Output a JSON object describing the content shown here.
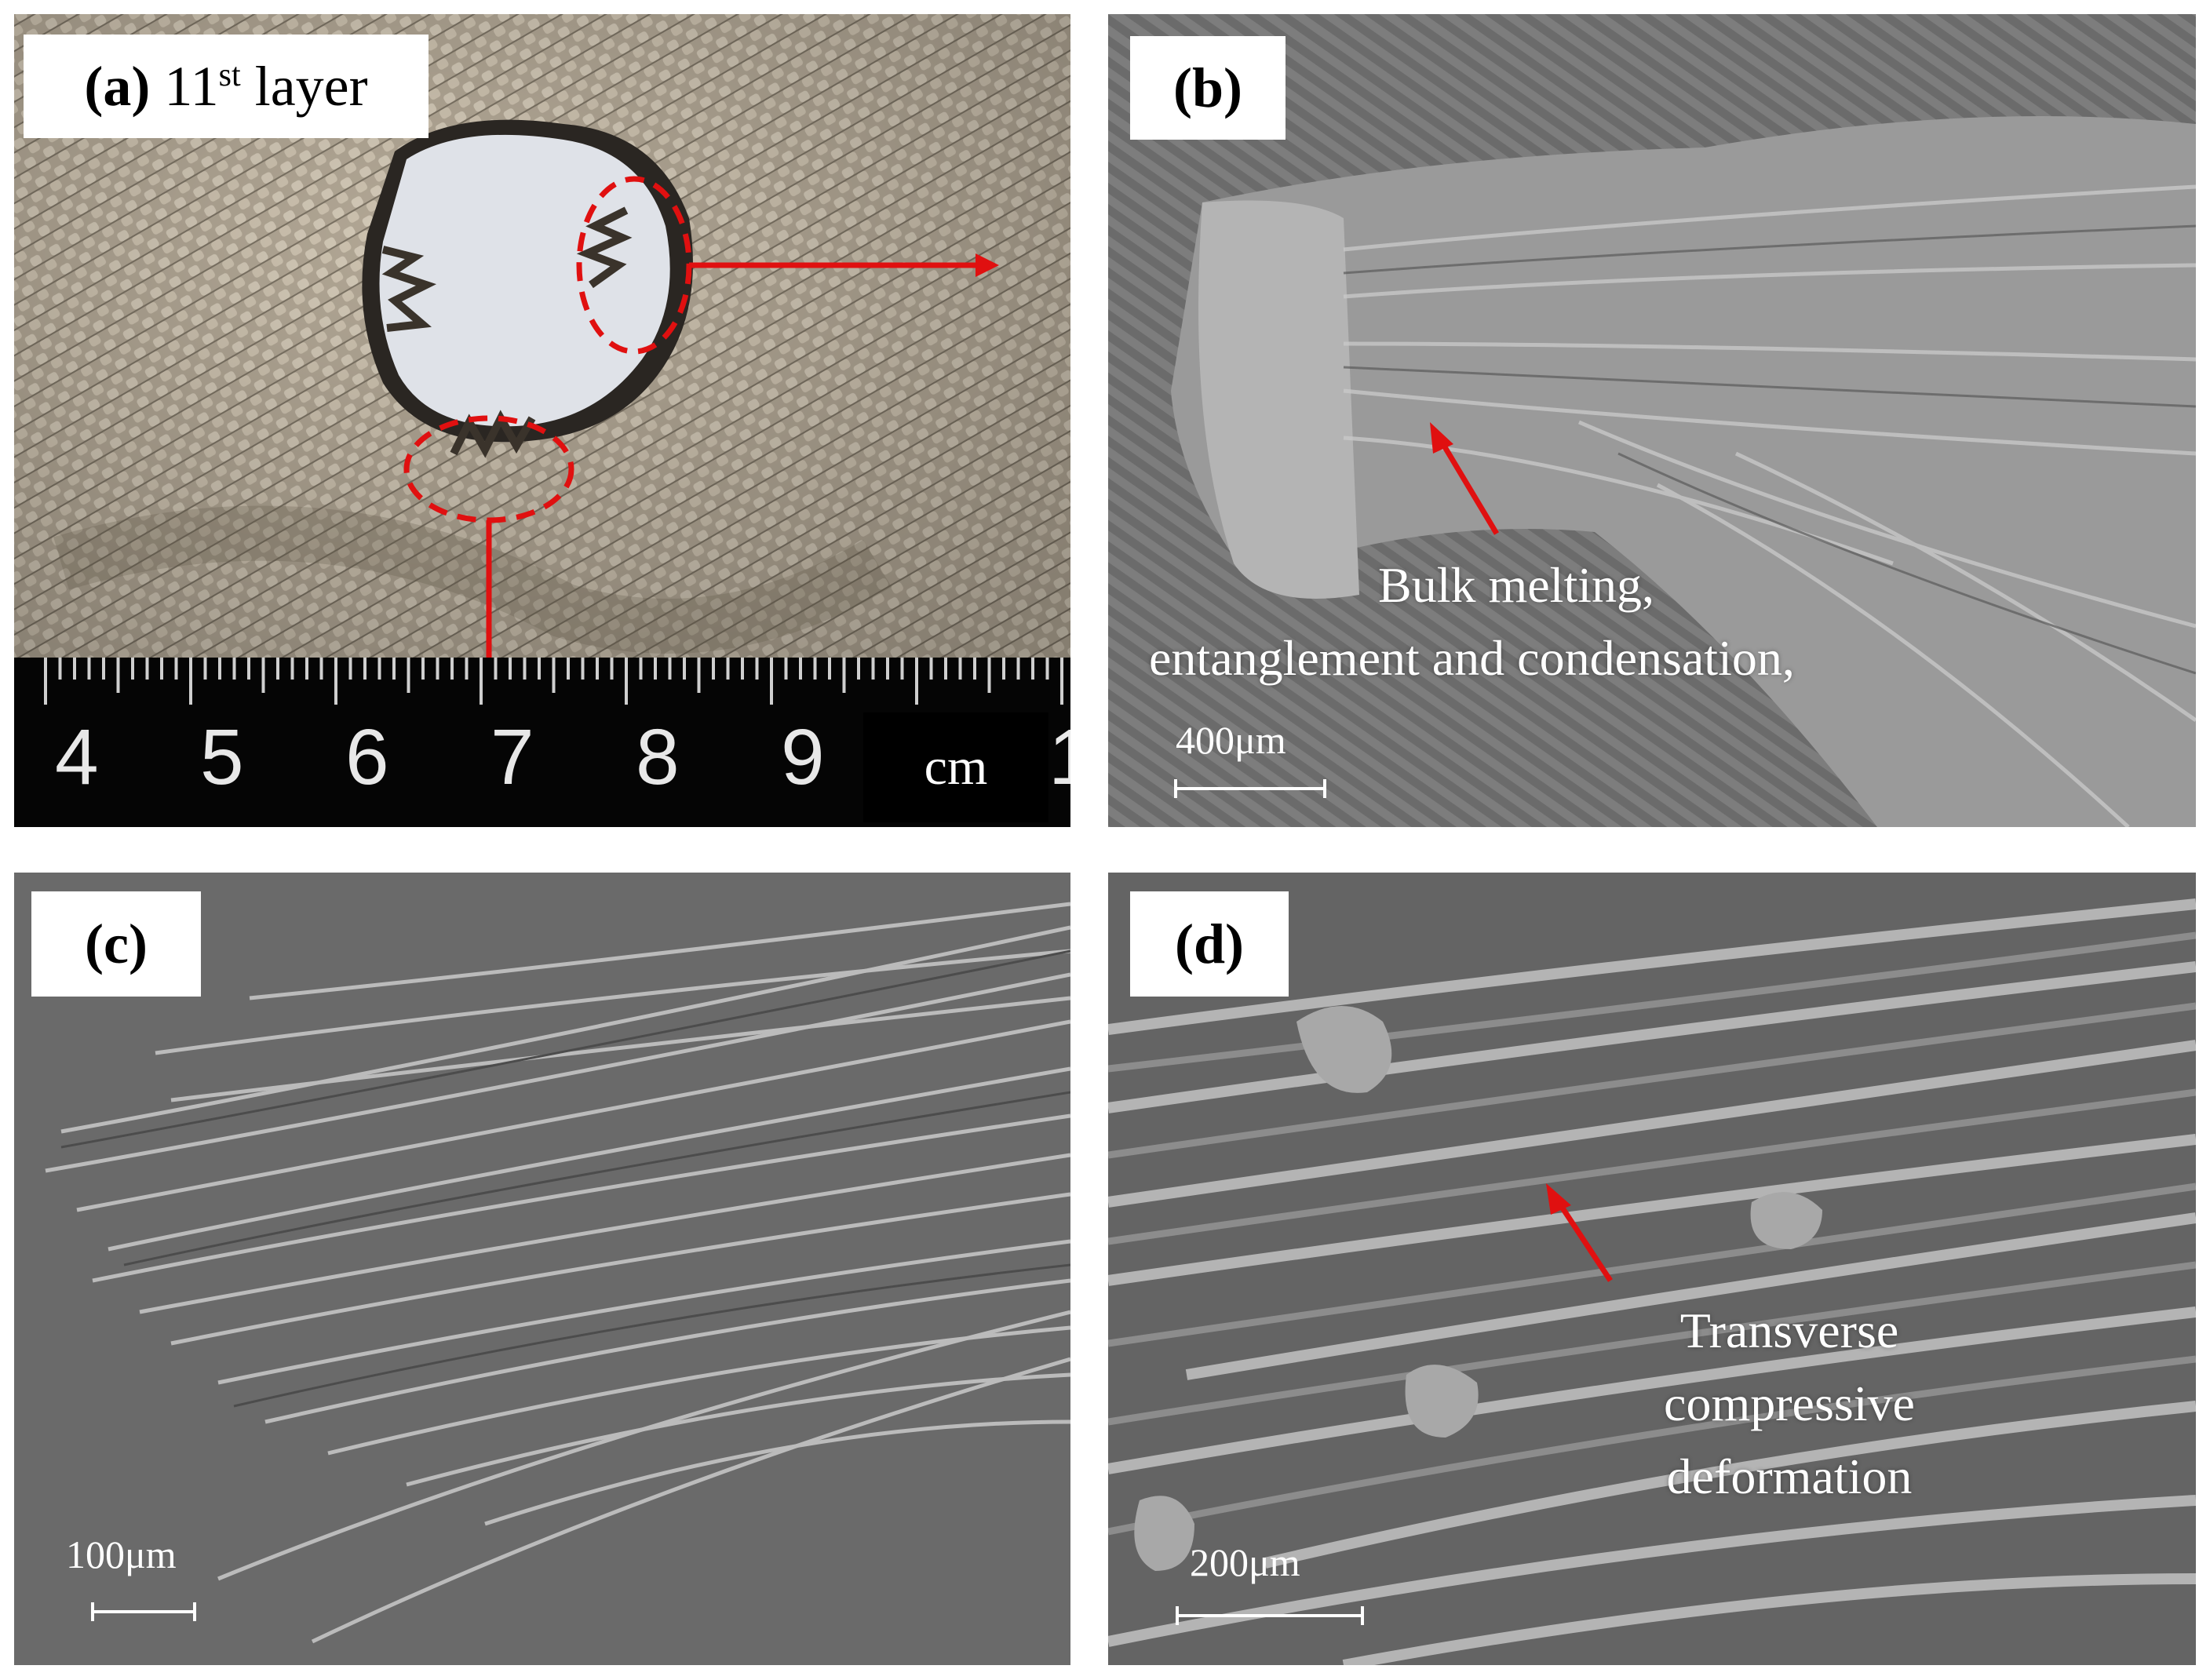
{
  "panels": {
    "a": {
      "label_main": "(a)",
      "label_rest": " 11",
      "label_sup": "st",
      "label_end": " layer",
      "ruler_numbers": [
        "4",
        "5",
        "6",
        "7",
        "8",
        "9"
      ],
      "ruler_unit": "cm",
      "ruler_edge": "1"
    },
    "b": {
      "label": "(b)",
      "annotation_line1": "Bulk melting,",
      "annotation_line2": "entanglement and condensation,",
      "scale": "400μm"
    },
    "c": {
      "label": "(c)",
      "scale": "100μm"
    },
    "d": {
      "label": "(d)",
      "annotation_line1": "Transverse",
      "annotation_line2": "compressive",
      "annotation_line3": "deformation",
      "scale": "200μm"
    }
  },
  "colors": {
    "arrow": "#e01010",
    "fabric": "#b8ad9c",
    "sem_gray": "#6e6e6e"
  }
}
